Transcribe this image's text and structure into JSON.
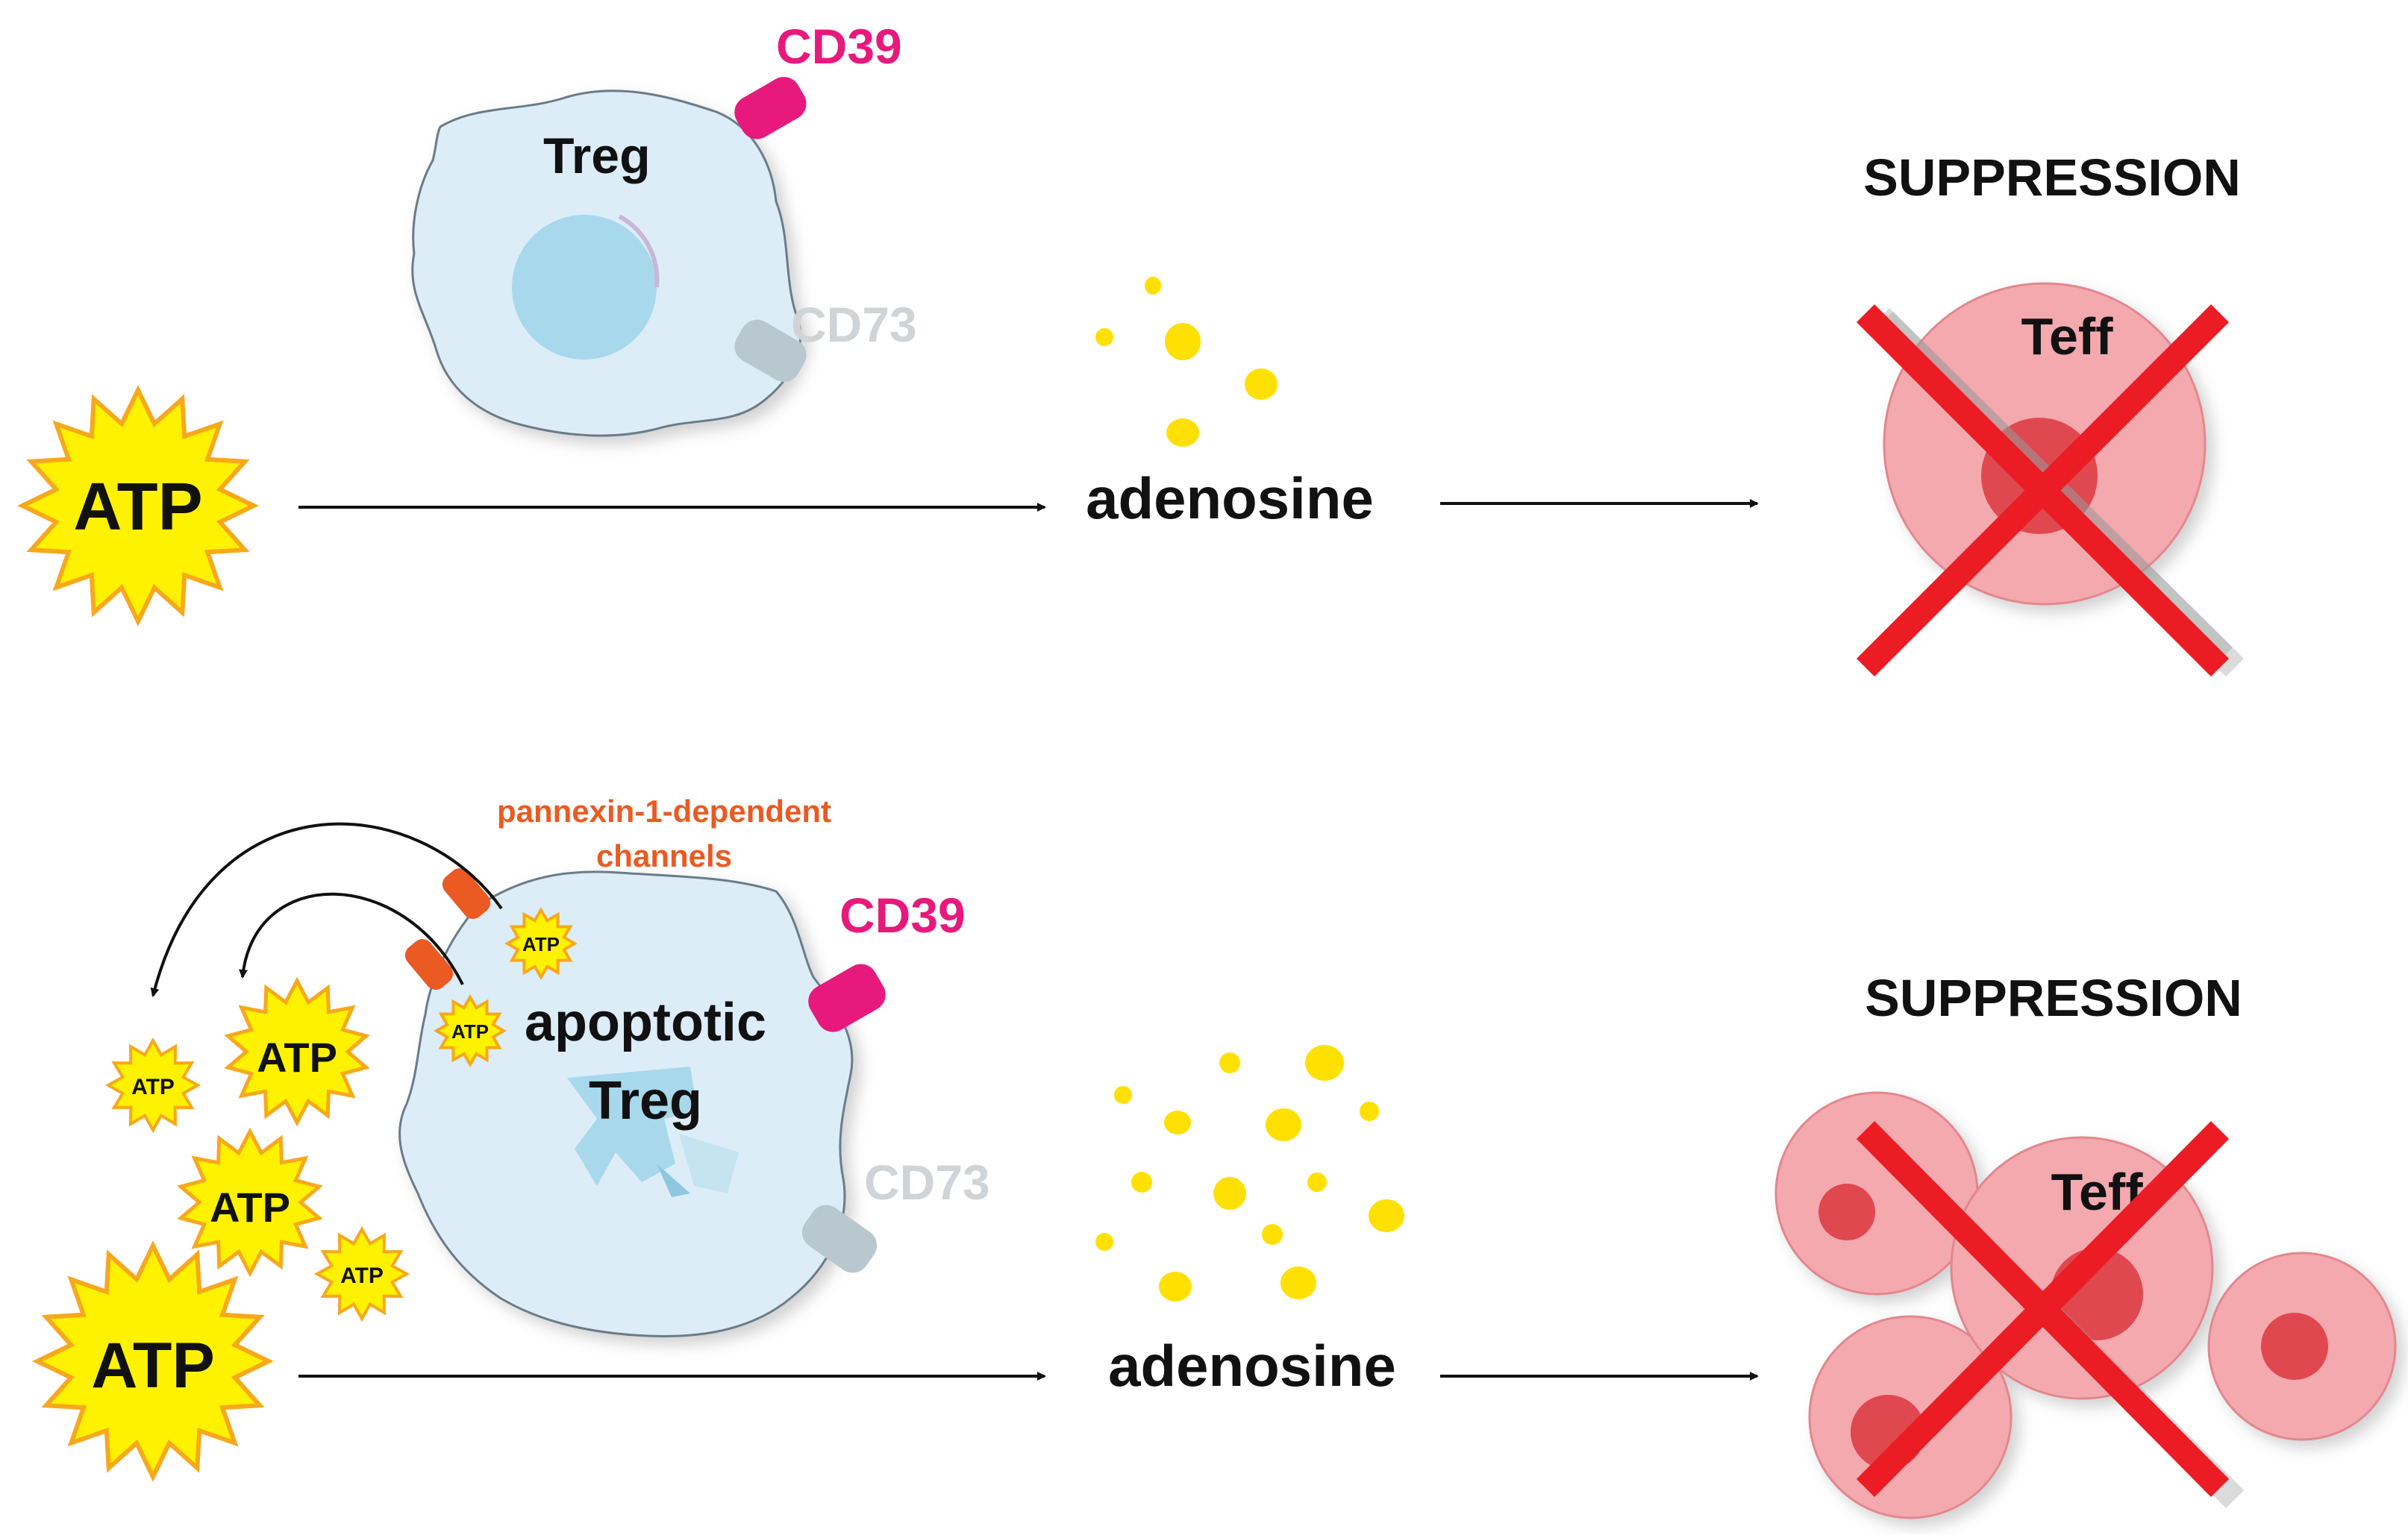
{
  "colors": {
    "cell_fill": "#dcedf8",
    "nucleus": "#a8d8ec",
    "cd39": "#e8197d",
    "cd73": "#b9c7cf",
    "pannexin": "#ea5a22",
    "adenosine": "#ffe000",
    "atp_fill": "#fff200",
    "atp_stroke": "#f7a81b",
    "teff_fill": "#f4a9ae",
    "teff_nucleus": "#e04850",
    "cross": "#ec1c24"
  },
  "icons": [
    "atp-burst-icon",
    "treg-cell-icon",
    "teff-cell-icon",
    "cross-icon",
    "arrow-icon",
    "adenosine-dot-icon",
    "channel-icon"
  ],
  "top_panel": {
    "cell_label": "Treg",
    "cd39_label": "CD39",
    "cd73_label": "CD73",
    "atp_label": "ATP",
    "product_label": "adenosine",
    "outcome_label": "SUPPRESSION",
    "target_label": "Teff"
  },
  "bottom_panel": {
    "cell_label_line1": "apoptotic",
    "cell_label_line2": "Treg",
    "cd39_label": "CD39",
    "cd73_label": "CD73",
    "channel_label_line1": "pannexin-1-dependent",
    "channel_label_line2": "channels",
    "atp_label": "ATP",
    "product_label": "adenosine",
    "outcome_label": "SUPPRESSION",
    "target_label": "Teff"
  }
}
